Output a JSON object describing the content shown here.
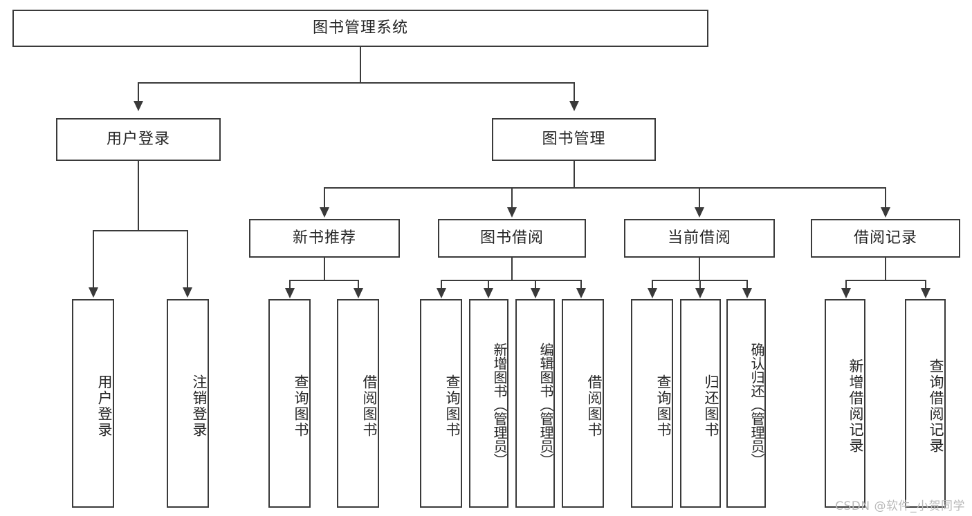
{
  "diagram": {
    "type": "tree",
    "title": "图书管理系统",
    "root": {
      "label": "图书管理系统"
    },
    "level1": [
      {
        "label": "用户登录"
      },
      {
        "label": "图书管理"
      }
    ],
    "level2": [
      {
        "label": "新书推荐"
      },
      {
        "label": "图书借阅"
      },
      {
        "label": "当前借阅"
      },
      {
        "label": "借阅记录"
      }
    ],
    "leaves": {
      "user_login": [
        {
          "label": "用户登录"
        },
        {
          "label": "注销登录"
        }
      ],
      "new_book_recommend": [
        {
          "label": "查询图书"
        },
        {
          "label": "借阅图书"
        }
      ],
      "book_borrow": [
        {
          "label": "查询图书"
        },
        {
          "label": "新增图书（管理员）"
        },
        {
          "label": "编辑图书（管理员）"
        },
        {
          "label": "借阅图书"
        }
      ],
      "current_borrow": [
        {
          "label": "查询图书"
        },
        {
          "label": "归还图书"
        },
        {
          "label": "确认归还（管理员）"
        }
      ],
      "borrow_record": [
        {
          "label": "新增借阅记录"
        },
        {
          "label": "查询借阅记录"
        }
      ]
    }
  },
  "watermark": {
    "text": "CSDN @软件_小贺同学"
  },
  "colors": {
    "stroke": "#3a3a3a",
    "text": "#262626",
    "background": "#ffffff",
    "watermark": "#b9b9b9"
  }
}
